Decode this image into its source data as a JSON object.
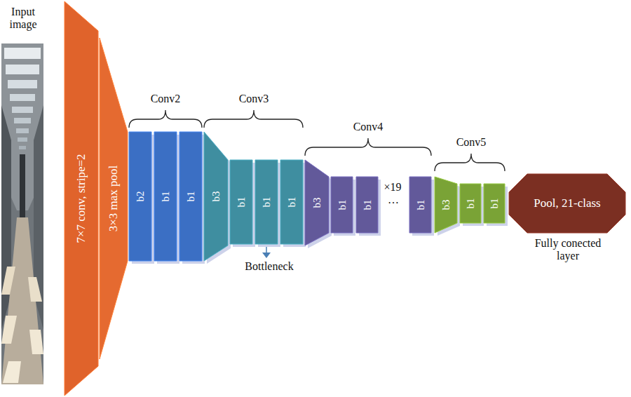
{
  "diagram": {
    "nodes": [
      {
        "text": [
          "7×7 conv, stripe=2"
        ]
      },
      {
        "text": [
          "3×3 max pool"
        ]
      },
      {
        "text": [
          "b2"
        ]
      },
      {
        "text": [
          "b1"
        ]
      },
      {
        "text": [
          "b1"
        ]
      },
      {
        "text": [
          "b3"
        ]
      },
      {
        "text": [
          "b1"
        ]
      },
      {
        "text": [
          "b1"
        ]
      },
      {
        "text": [
          "b1"
        ]
      },
      {
        "text": [
          "b3"
        ]
      },
      {
        "text": [
          "b1"
        ]
      },
      {
        "text": [
          "b1"
        ]
      },
      {
        "text": [
          "b1"
        ]
      },
      {
        "text": [
          "b3"
        ]
      },
      {
        "text": [
          "b1"
        ]
      },
      {
        "text": [
          "b1"
        ]
      },
      {
        "text": [
          "Pool, 21-class"
        ]
      }
    ],
    "labels": [
      "Input image",
      "Conv2",
      "Conv3",
      "Conv4",
      "×19",
      "…",
      "Conv5",
      "Bottleneck",
      "Fully conected layer"
    ]
  }
}
